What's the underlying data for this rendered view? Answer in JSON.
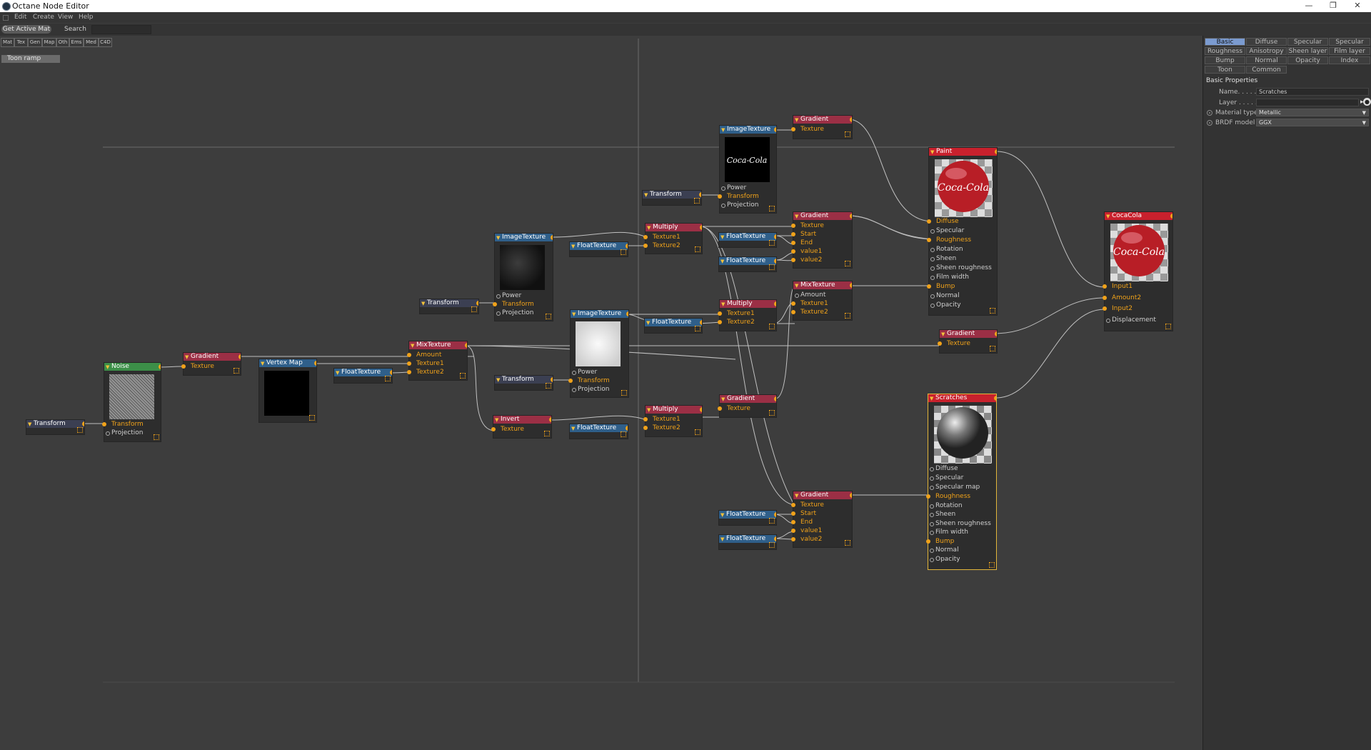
{
  "window": {
    "title": "Octane Node Editor"
  },
  "menu": {
    "items": [
      "Edit",
      "Create",
      "View",
      "Help"
    ]
  },
  "toolbar": {
    "get_active_mat": "Get Active Mat",
    "search_label": "Search",
    "search_value": ""
  },
  "category_tabs": [
    "Mat",
    "Tex",
    "Gen",
    "Map",
    "Oth",
    "Ems",
    "Med",
    "C4D"
  ],
  "material_selector": "Toon ramp",
  "nodes": {
    "img1": {
      "title": "ImageTexture",
      "rows": [
        "Power",
        "Transform",
        "Projection"
      ]
    },
    "grad1": {
      "title": "Gradient",
      "rows": [
        "Texture"
      ]
    },
    "trans1": {
      "title": "Transform"
    },
    "paint": {
      "title": "Paint",
      "rows": [
        "Diffuse",
        "Specular",
        "Roughness",
        "Rotation",
        "Sheen",
        "Sheen roughness",
        "Film width",
        "Bump",
        "Normal",
        "Opacity"
      ]
    },
    "grad2": {
      "title": "Gradient",
      "rows": [
        "Texture",
        "Start",
        "End",
        "value1",
        "value2"
      ]
    },
    "mult1": {
      "title": "Multiply",
      "rows": [
        "Texture1",
        "Texture2"
      ]
    },
    "img2": {
      "title": "ImageTexture",
      "rows": [
        "Power",
        "Transform",
        "Projection"
      ]
    },
    "float1": {
      "title": "FloatTexture"
    },
    "float2": {
      "title": "FloatTexture"
    },
    "float3": {
      "title": "FloatTexture"
    },
    "coca": {
      "title": "CocaCola",
      "rows": [
        "Input1",
        "Amount2",
        "Input2",
        "Displacement"
      ]
    },
    "trans2": {
      "title": "Transform"
    },
    "mix1": {
      "title": "MixTexture",
      "rows": [
        "Amount",
        "Texture1",
        "Texture2"
      ]
    },
    "mult2": {
      "title": "Multiply",
      "rows": [
        "Texture1",
        "Texture2"
      ]
    },
    "img3": {
      "title": "ImageTexture",
      "rows": [
        "Power",
        "Transform",
        "Projection"
      ]
    },
    "float4": {
      "title": "FloatTexture"
    },
    "grad3": {
      "title": "Gradient",
      "rows": [
        "Texture"
      ]
    },
    "mix2": {
      "title": "MixTexture",
      "rows": [
        "Amount",
        "Texture1",
        "Texture2"
      ]
    },
    "grad4": {
      "title": "Gradient",
      "rows": [
        "Texture"
      ]
    },
    "vmap": {
      "title": "Vertex Map"
    },
    "float5": {
      "title": "FloatTexture"
    },
    "noise": {
      "title": "Noise",
      "rows": [
        "Transform",
        "Projection"
      ]
    },
    "trans3": {
      "title": "Transform"
    },
    "trans4": {
      "title": "Transform"
    },
    "invert": {
      "title": "Invert",
      "rows": [
        "Texture"
      ]
    },
    "float6": {
      "title": "FloatTexture"
    },
    "mult3": {
      "title": "Multiply",
      "rows": [
        "Texture1",
        "Texture2"
      ]
    },
    "grad5": {
      "title": "Gradient",
      "rows": [
        "Texture"
      ]
    },
    "scratch": {
      "title": "Scratches",
      "rows": [
        "Diffuse",
        "Specular",
        "Specular map",
        "Roughness",
        "Rotation",
        "Sheen",
        "Sheen roughness",
        "Film width",
        "Bump",
        "Normal",
        "Opacity"
      ]
    },
    "grad6": {
      "title": "Gradient",
      "rows": [
        "Texture",
        "Start",
        "End",
        "value1",
        "value2"
      ]
    },
    "float7": {
      "title": "FloatTexture"
    },
    "float8": {
      "title": "FloatTexture"
    }
  },
  "panel": {
    "tabs": [
      "Basic",
      "Diffuse",
      "Specular",
      "Specular map",
      "Roughness",
      "Anisotropy",
      "Sheen layer",
      "Film layer",
      "Bump",
      "Normal",
      "Opacity",
      "Index",
      "Toon",
      "Common"
    ],
    "section_title": "Basic Properties",
    "name_label": "Name. . . . . .",
    "name_value": "Scratches",
    "layer_label": "Layer . . . . . . .",
    "layer_value": "",
    "material_type_label": "Material type",
    "material_type_value": "Metallic",
    "brdf_label": "BRDF model",
    "brdf_value": "GGX"
  },
  "colors": {
    "accent_pin": "#f0a21a",
    "header_red": "#9b2f45",
    "header_blue": "#2f5f8a",
    "header_green": "#3c8f48",
    "header_material": "#c8212d",
    "tab_active": "#7b9bd0"
  }
}
